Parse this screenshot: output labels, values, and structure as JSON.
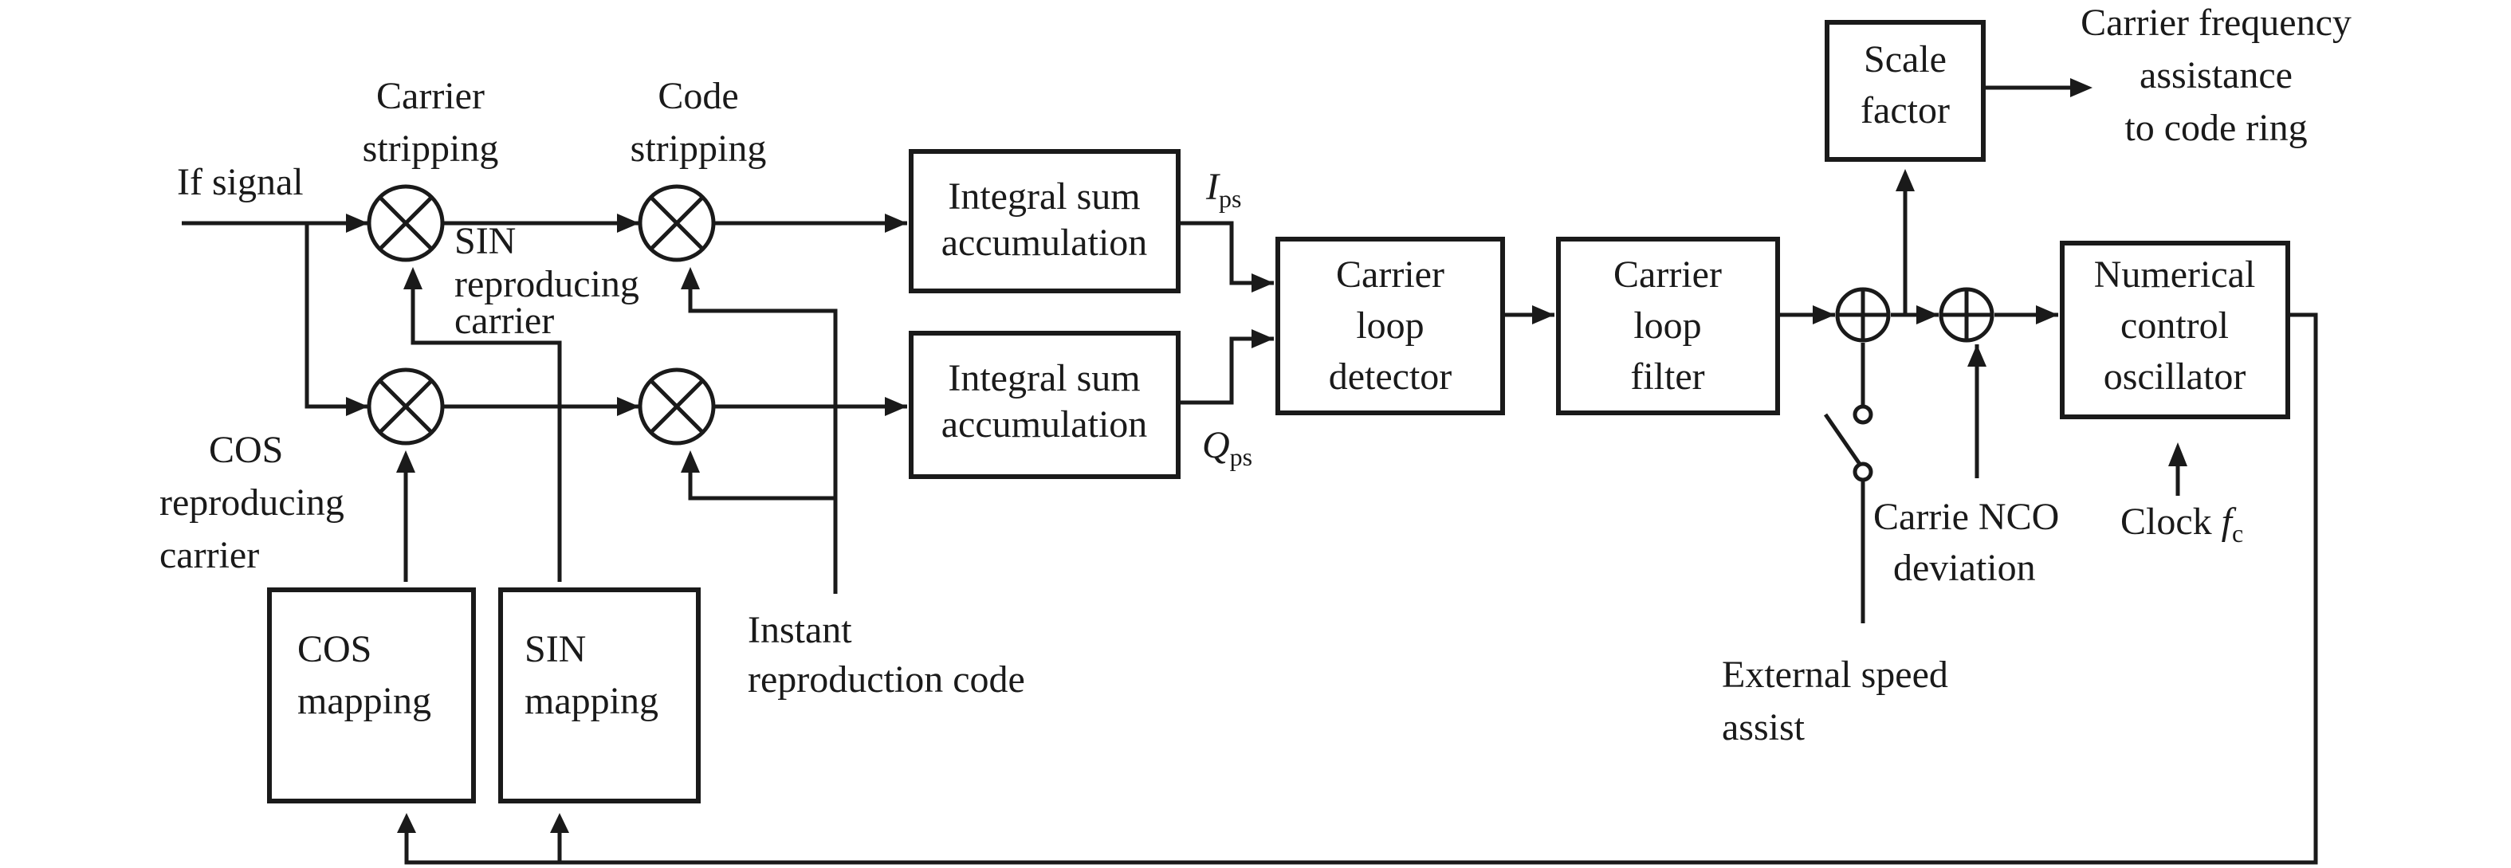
{
  "labels": {
    "if_signal": "If signal",
    "carrier_stripping": [
      "Carrier",
      "stripping"
    ],
    "code_stripping": [
      "Code",
      "stripping"
    ],
    "sin_reproducing_carrier": [
      "SIN",
      "reproducing",
      "carrier"
    ],
    "cos_reproducing_carrier": [
      "COS",
      "reproducing",
      "carrier"
    ],
    "instant_reproduction_code": [
      "Instant",
      "reproduction code"
    ],
    "i_ps": {
      "main": "I",
      "sub": "ps"
    },
    "q_ps": {
      "main": "Q",
      "sub": "ps"
    },
    "carrier_frequency_assistance": [
      "Carrier frequency",
      "assistance",
      "to code ring"
    ],
    "external_speed_assist": [
      "External speed",
      "assist"
    ],
    "carrie_nco_deviation": [
      "Carrie NCO",
      "deviation"
    ],
    "clock": {
      "main": "Clock ",
      "f": "f",
      "sub": "c"
    }
  },
  "blocks": {
    "integral_sum_top": [
      "Integral sum",
      "accumulation"
    ],
    "integral_sum_bottom": [
      "Integral sum",
      "accumulation"
    ],
    "carrier_loop_detector": [
      "Carrier",
      "loop",
      "detector"
    ],
    "carrier_loop_filter": [
      "Carrier",
      "loop",
      "filter"
    ],
    "scale_factor": [
      "Scale",
      "factor"
    ],
    "nco": [
      "Numerical",
      "control",
      "oscillator"
    ],
    "cos_mapping": [
      "COS",
      "mapping"
    ],
    "sin_mapping": [
      "SIN",
      "mapping"
    ]
  }
}
